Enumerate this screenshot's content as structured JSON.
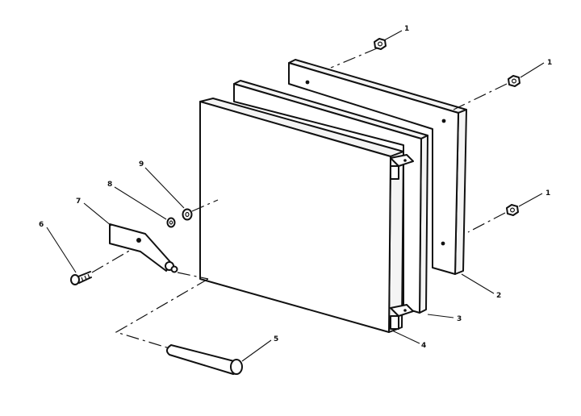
{
  "callouts": {
    "c1a": "1",
    "c1b": "1",
    "c1c": "1",
    "c2": "2",
    "c3": "3",
    "c4": "4",
    "c5": "5",
    "c6": "6",
    "c7": "7",
    "c8": "8",
    "c9": "9"
  }
}
